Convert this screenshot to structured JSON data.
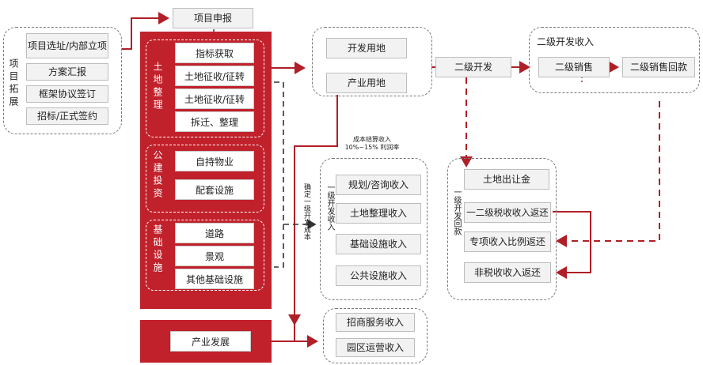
{
  "top": {
    "project_report": "项目申报"
  },
  "expansion": {
    "side_label": "项目拓展",
    "items": [
      "项目选址/内部立项",
      "方案汇报",
      "框架协议签订",
      "招标/正式签约"
    ]
  },
  "land": {
    "label": "土地整理",
    "items": [
      "指标获取",
      "土地征收/征转",
      "土地征收/征转",
      "拆迁、整理"
    ]
  },
  "public": {
    "label": "公建投资",
    "items": [
      "自持物业",
      "配套设施"
    ]
  },
  "infra": {
    "label": "基础设施",
    "items": [
      "道路",
      "景观",
      "其他基础设施"
    ]
  },
  "industry": {
    "label": "产业发展"
  },
  "land_use": [
    "开发用地",
    "产业用地"
  ],
  "secondary": {
    "dev": "二级开发",
    "income_title": "二级开发收入",
    "sales": "二级销售",
    "sales_return": "二级销售回款"
  },
  "primary_income": {
    "header": "成本结算收入",
    "header_sub": "10%~15% 利润率",
    "side_label": "一级开发收入",
    "items": [
      "规划/咨询收入",
      "土地整理收入",
      "基础设施收入",
      "公共设施收入"
    ]
  },
  "cost_note": "确定一级开发成本",
  "industry_income": [
    "招商服务收入",
    "园区运营收入"
  ],
  "return": {
    "side_label": "一级开发回款",
    "items": [
      "土地出让金",
      "一二级税收收入返还",
      "专项收入比例返还",
      "非税收收入返还"
    ]
  },
  "colors": {
    "red": "#c1212b",
    "arrow": "#b01f27"
  }
}
